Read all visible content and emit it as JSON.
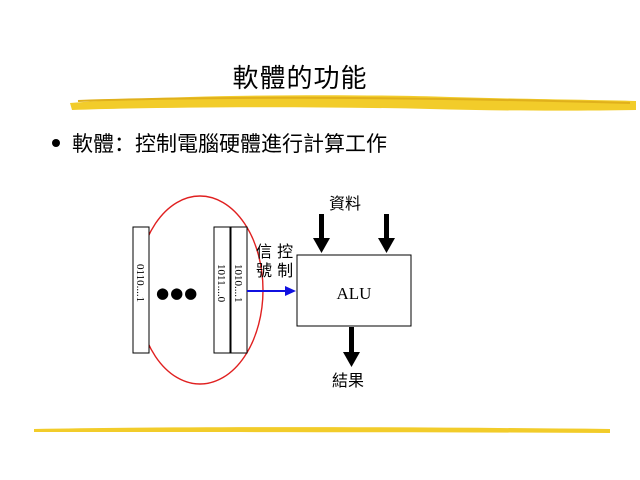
{
  "slide": {
    "title": "軟體的功能",
    "bullet": {
      "term": "軟體",
      "separator": "：",
      "text": "控制電腦硬體進行計算工作"
    }
  },
  "diagram": {
    "memory_cells": [
      "0110....1",
      "1011....0",
      "1010....1"
    ],
    "ellipsis": "●●●",
    "signal_label_line1": "信 控",
    "signal_label_line2": "號 制",
    "data_label": "資料",
    "alu_label": "ALU",
    "result_label": "結果",
    "colors": {
      "highlight_ellipse": "#e02020",
      "signal_arrow": "#1010e0",
      "brush_stroke": "#f2cc2a"
    }
  }
}
